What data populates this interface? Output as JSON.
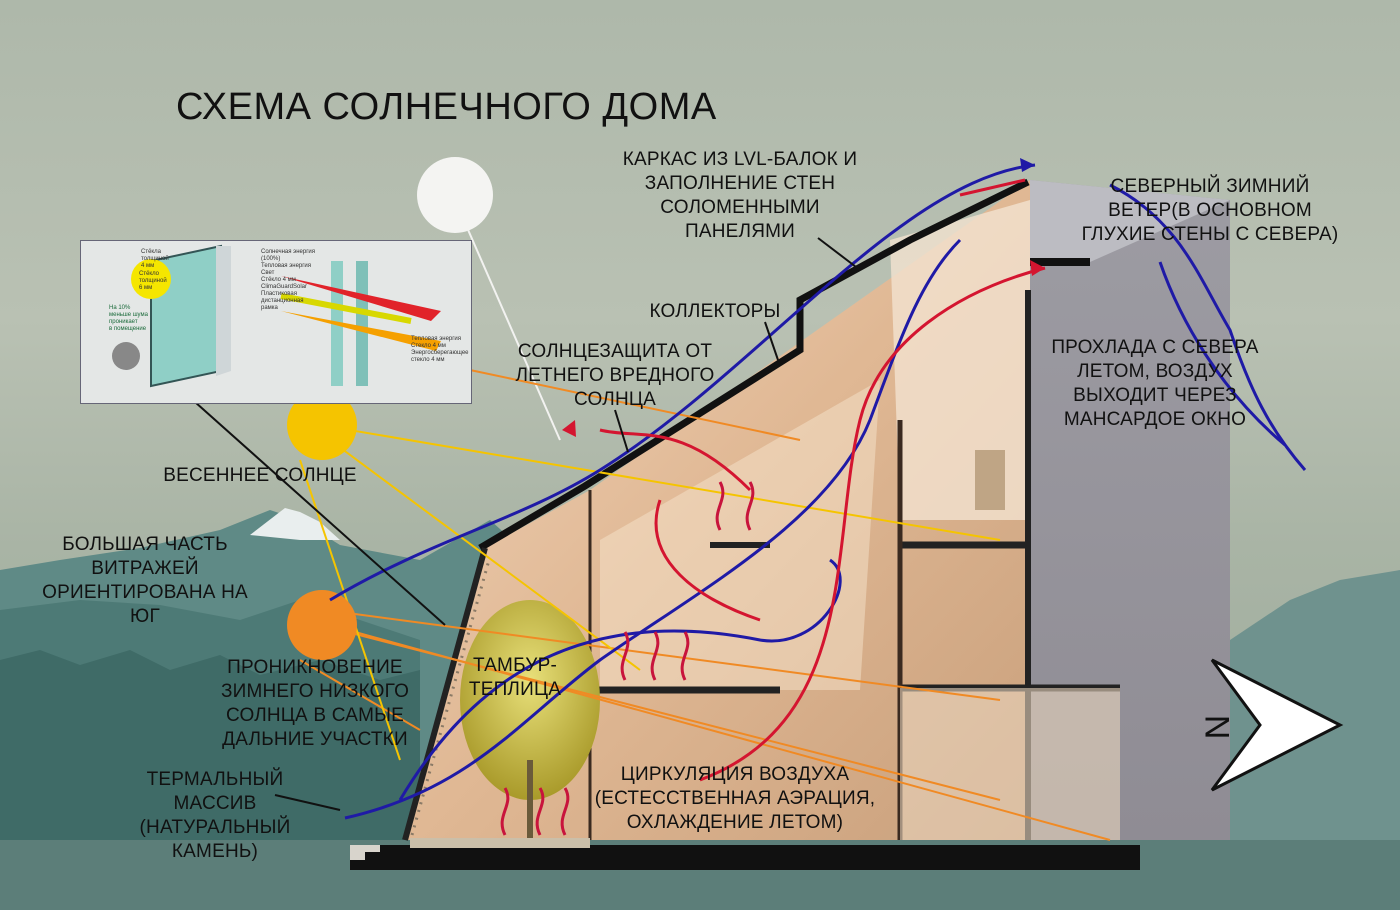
{
  "title": "СХЕМА СОЛНЕЧНОГО ДОМА",
  "labels": {
    "frame": [
      "КАРКАС ИЗ LVL-БАЛОК И",
      "ЗАПОЛНЕНИЕ СТЕН",
      "СОЛОМЕННЫМИ",
      "ПАНЕЛЯМИ"
    ],
    "north_wind": [
      "СЕВЕРНЫЙ ЗИМНИЙ",
      "ВЕТЕР(В ОСНОВНОМ",
      "ГЛУХИЕ СТЕНЫ С СЕВЕРА)"
    ],
    "collectors": "КОЛЛЕКТОРЫ",
    "sunshade": [
      "СОЛНЦЕЗАЩИТА ОТ",
      "ЛЕТНЕГО ВРЕДНОГО",
      "СОЛНЦА"
    ],
    "coolness": [
      "ПРОХЛАДА С СЕВЕРА",
      "ЛЕТОМ, ВОЗДУХ",
      "ВЫХОДИТ ЧЕРЕЗ",
      "МАНСАРДОЕ ОКНО"
    ],
    "spring_sun": "ВЕСЕННЕЕ СОЛНЦЕ",
    "glazing": [
      "БОЛЬШАЯ ЧАСТЬ",
      "ВИТРАЖЕЙ",
      "ОРИЕНТИРОВАНА НА",
      "ЮГ"
    ],
    "vestibule": [
      "ТАМБУР-",
      "ТЕПЛИЦА"
    ],
    "winter_sun": [
      "ПРОНИКНОВЕНИЕ",
      "ЗИМНЕГО НИЗКОГО",
      "СОЛНЦА В САМЫЕ",
      "ДАЛЬНИЕ УЧАСТКИ"
    ],
    "thermal_mass": [
      "ТЕРМАЛЬНЫЙ",
      "МАССИВ",
      "(НАТУРАЛЬНЫЙ",
      "КАМЕНЬ)"
    ],
    "air_circulation": [
      "ЦИРКУЛЯЦИЯ ВОЗДУХА",
      "(ЕСТЕССТВЕННАЯ АЭРАЦИЯ,",
      "ОХЛАЖДЕНИЕ ЛЕТОМ)"
    ],
    "north": "N"
  },
  "inset": {
    "left": [
      "Стёкла",
      "толщиной",
      "4 мм"
    ],
    "badge": [
      "Стёкло",
      "толщиной",
      "6 мм"
    ],
    "noise": [
      "На 10%",
      "меньше шума",
      "проникает",
      "в помещение"
    ],
    "right": [
      "Солнечная энергия (100%)",
      "Тепловая энергия",
      "Свет",
      "Стёкло 4 мм ClimaGuardSolar",
      "Пластиковая дистанционная рамка",
      "Тепловая энергия",
      "Стекло 4 мм",
      "Энергосберегающее стекло 4 мм"
    ]
  },
  "colors": {
    "winter_sun": "#f08a24",
    "spring_sun": "#f5c400",
    "summer_sun": "#f4f4f2",
    "cold_wind": "#1f1aa6",
    "warm_air": "#d41530",
    "heat": "#c8143c"
  }
}
